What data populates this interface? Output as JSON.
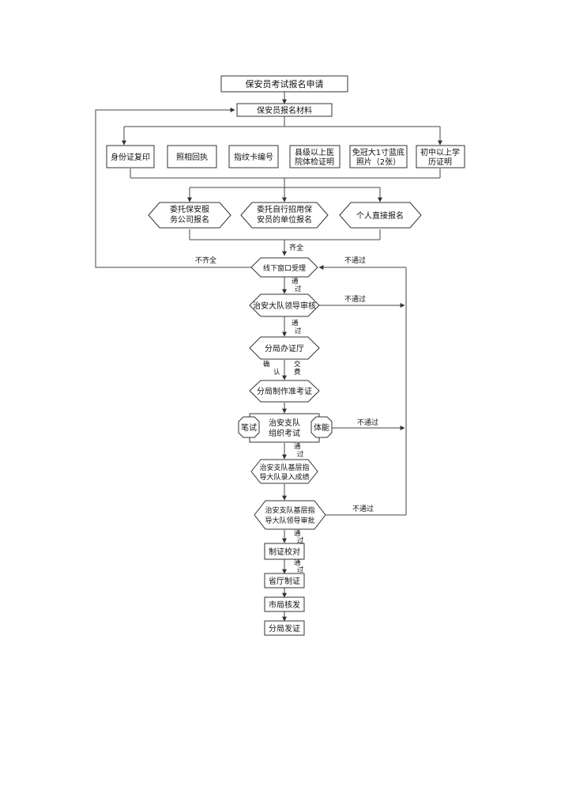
{
  "nodes": {
    "apply": "保安员考试报名申请",
    "materials": "保安员报名材料",
    "id_copy": "身份证复印",
    "photo_receipt": "照相回执",
    "fingerprint": "指纹卡编号",
    "medical_1": "县级以上医",
    "medical_2": "院体检证明",
    "photo_1": "免冠大1寸蓝底",
    "photo_2": "照片（2张）",
    "edu_1": "初中以上学",
    "edu_2": "历证明",
    "agency_1": "委托保安服",
    "agency_2": "务公司报名",
    "employer_1": "委托自行招用保",
    "employer_2": "安员的单位报名",
    "individual": "个人直接报名",
    "window": "线下窗口受理",
    "brigade_review": "治安大队领导审核",
    "branch_office": "分局办证厅",
    "admission": "分局制作准考证",
    "exam_1": "治安支队",
    "exam_2": "组织考试",
    "written": "笔试",
    "physical": "体能",
    "record_1": "治安支队基层指",
    "record_2": "导大队录入成绩",
    "approve_1": "治安支队基层指",
    "approve_2": "导大队领导审批",
    "proofread": "制证校对",
    "province": "省厅制证",
    "city": "市局核发",
    "issue": "分局发证"
  },
  "labels": {
    "complete": "齐全",
    "incomplete": "不齐全",
    "fail_1": "不通过",
    "fail_2": "不通过",
    "fail_3": "不通过",
    "fail_4": "不通过",
    "pass_1a": "通",
    "pass_1b": "过",
    "pass_2a": "通",
    "pass_2b": "过",
    "confirm_a": "确",
    "confirm_b": "认",
    "pay_a": "交",
    "pay_b": "费",
    "pass_3a": "通",
    "pass_3b": "过",
    "pass_4a": "通",
    "pass_4b": "过",
    "pass_5a": "通",
    "pass_5b": "过"
  }
}
